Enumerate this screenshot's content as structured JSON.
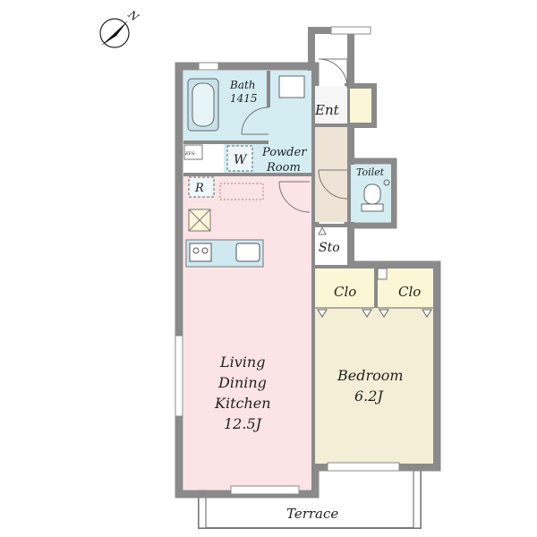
{
  "compass": {
    "label": "N"
  },
  "rooms": {
    "bath": {
      "name": "Bath",
      "size": "1415"
    },
    "powder_room": {
      "line1": "Powder",
      "line2": "Room"
    },
    "washer": {
      "label": "W"
    },
    "fridge": {
      "label": "R"
    },
    "efs": {
      "label": "EFS"
    },
    "entrance": {
      "label": "Ent"
    },
    "toilet": {
      "label": "Toilet"
    },
    "storage": {
      "label": "Sto"
    },
    "closet_left": {
      "label": "Clo"
    },
    "closet_right": {
      "label": "Clo"
    },
    "ldk": {
      "line1": "Living",
      "line2": "Dining",
      "line3": "Kitchen",
      "size": "12.5J"
    },
    "bedroom": {
      "name": "Bedroom",
      "size": "6.2J"
    },
    "terrace": {
      "label": "Terrace"
    }
  },
  "colors": {
    "wall": "#8a8a8a",
    "ldk_fill": "#fbe3e6",
    "wet_fill": "#d3edf3",
    "bedroom_fill": "#f4eed6",
    "closet_fill": "#fbf6d6",
    "hall_fill": "#ede4d6",
    "entrance_fill": "#f6f6f6"
  }
}
